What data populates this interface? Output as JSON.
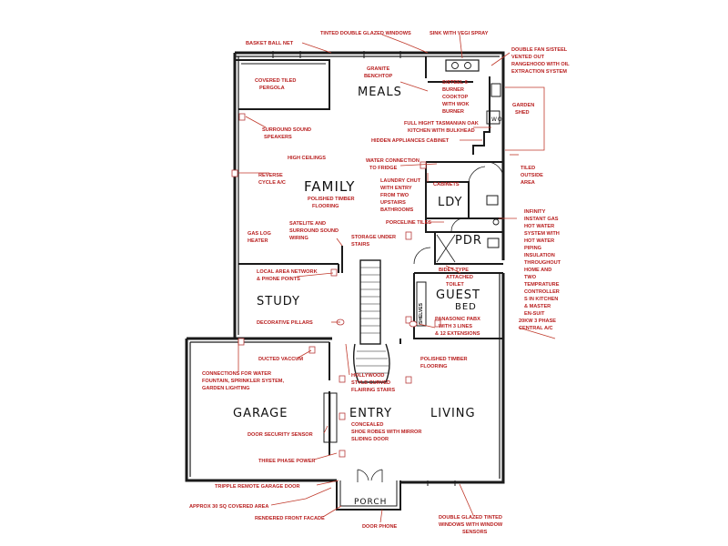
{
  "rooms": {
    "meals": "MEALS",
    "family": "FAMILY",
    "study": "STUDY",
    "garage": "GARAGE",
    "entry": "ENTRY",
    "living": "LIVING",
    "ldy": "LDY",
    "pdr": "PDR",
    "guest_line1": "GUEST",
    "guest_line2": "BED",
    "porch": "PORCH",
    "wo": "WO"
  },
  "notes": {
    "basket_ball": "BASKET BALL NET",
    "tinted_top": "TINTED DOUBLE GLAZED WINDOWS",
    "sink": "SINK WITH VEGI SPRAY",
    "fan_1": "DOUBLE FAN S/STEEL",
    "fan_2": "VENTED OUT",
    "fan_3": "RANGEHOOD WITH OIL",
    "fan_4": "EXTRACTION SYSTEM",
    "pergola_1": "COVERED TILED",
    "pergola_2": "PERGOLA",
    "granite_1": "GRANITE",
    "granite_2": "BENCHTOP",
    "cooktop_1": "S/STEEL 6",
    "cooktop_2": "BURNER",
    "cooktop_3": "COOKTOP",
    "cooktop_4": "WITH WOK",
    "cooktop_5": "BURNER",
    "shed_1": "GARDEN",
    "shed_2": "SHED",
    "speakers_1": "SURROUND SOUND",
    "speakers_2": "SPEAKERS",
    "kitchen_1": "FULL HIGHT TASMANIAN OAK",
    "kitchen_2": "KITCHEN WITH BULKHEAD",
    "hidden": "HIDDEN APPLIANCES CABINET",
    "ceilings": "HIGH CEILINGS",
    "water_1": "WATER CONNECTION",
    "water_2": "TO FRIDGE",
    "tiled_1": "TILED",
    "tiled_2": "OUTSIDE",
    "tiled_3": "AREA",
    "reverse_1": "REVERSE",
    "reverse_2": "CYCLE A/C",
    "timber_1": "POLISHED TIMBER",
    "timber_2": "FLOORING",
    "chute_1": "LAUNDRY CHUT",
    "chute_2": "WITH ENTRY",
    "chute_3": "FROM TWO",
    "chute_4": "UPSTAIRS",
    "chute_5": "BATHROOMS",
    "cabinets": "CABINETS",
    "infinity_1": "INFINITY",
    "infinity_2": "INSTANT GAS",
    "infinity_3": "HOT WATER",
    "infinity_4": "SYSTEM WITH",
    "infinity_5": "HOT WATER",
    "infinity_6": "PIPING",
    "infinity_7": "INSULATION",
    "infinity_8": "THROUGHOUT",
    "infinity_9": "HOME AND",
    "infinity_10": "TWO",
    "infinity_11": "TEMPRATURE",
    "infinity_12": "CONTROLLER",
    "infinity_13": "S IN KITCHEN",
    "infinity_14": "& MASTER",
    "infinity_15": "EN-SUIT",
    "porcelin": "PORCELINE TILES",
    "satelite_1": "SATELITE AND",
    "satelite_2": "SURROUND SOUND",
    "satelite_3": "WIRING",
    "gaslog_1": "GAS LOG",
    "gaslog_2": "HEATER",
    "storage_1": "STORAGE UNDER",
    "storage_2": "STAIRS",
    "lan_1": "LOCAL AREA NETWORK",
    "lan_2": "& PHONE POINTS",
    "bidet_1": "BIDET TYPE",
    "bidet_2": "ATTACHED",
    "bidet_3": "TOILET",
    "pillars": "DECORATIVE PILLARS",
    "pabx_1": "PANASONIC PABX",
    "pabx_2": "WITH 3 LINES",
    "pabx_3": "& 12 EXTENSIONS",
    "central_1": "20KW 3 PHASE",
    "central_2": "CENTRAL A/C",
    "vacuum": "DUCTED VACCUM",
    "living_floor_1": "POLISHED TIMBER",
    "living_floor_2": "FLOORING",
    "conn_1": "CONNECTIONS FOR WATER",
    "conn_2": "FOUNTAIN, SPRINKLER SYSTEM,",
    "conn_3": "GARDEN LIGHTING",
    "hollywood_1": "HOLLYWOOD",
    "hollywood_2": "STYLE CURVED",
    "hollywood_3": "FLAIRING STAIRS",
    "robes_1": "CONCEALED",
    "robes_2": "SHOE ROBES WITH MIRROR",
    "robes_3": "SLIDING DOOR",
    "security": "DOOR SECURITY SENSOR",
    "three_phase": "THREE PHASE POWER",
    "garage_door": "TRIPPLE REMOTE GARAGE DOOR",
    "covered_area": "APPROX 30 SQ COVERED AREA",
    "facade": "RENDERED FRONT FACADE",
    "door_phone": "DOOR PHONE",
    "dg_1": "DOUBLE GLAZED TINTED",
    "dg_2": "WINDOWS WITH WINDOW",
    "dg_3": "SENSORS",
    "shelves": "SHELVES"
  }
}
